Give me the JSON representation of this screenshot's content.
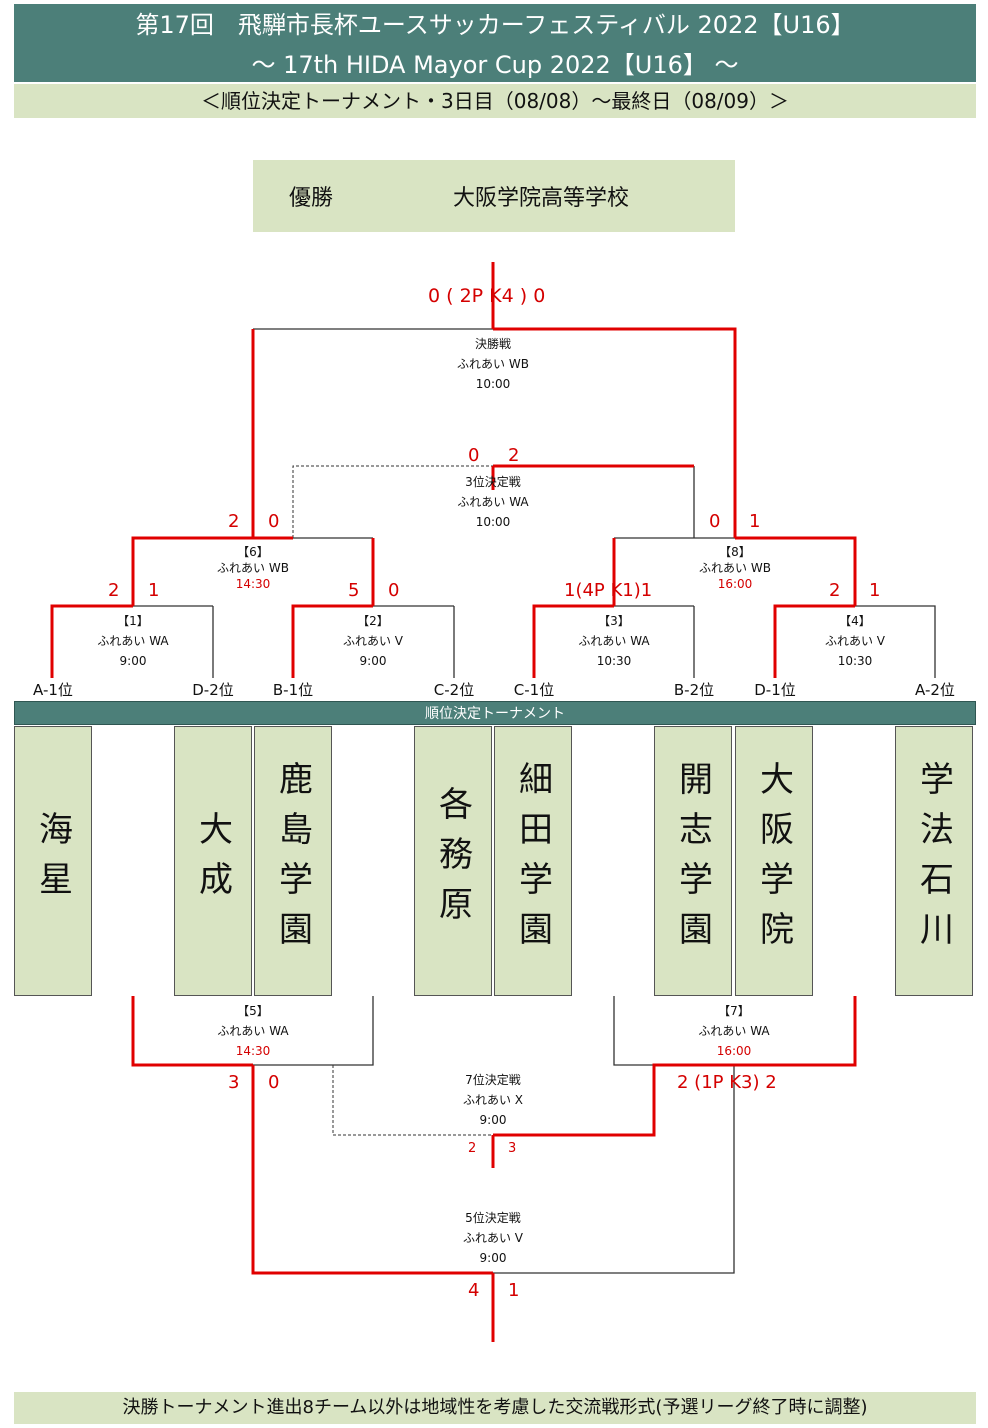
{
  "header": {
    "title_jp": "第17回　飛騨市長杯ユースサッカーフェスティバル 2022【U16】",
    "title_en": "～ 17th HIDA Mayor Cup 2022【U16】 ～",
    "subtitle": "＜順位決定トーナメント・3日目（08/08）～最終日（08/09）＞"
  },
  "champion": {
    "label": "優勝",
    "team": "大阪学院高等学校"
  },
  "band_label": "順位決定トーナメント",
  "footer": "決勝トーナメント進出8チーム以外は地域性を考慮した交流戦形式(予選リーグ終了時に調整)",
  "seeds": [
    "A-1位",
    "D-2位",
    "B-1位",
    "C-2位",
    "C-1位",
    "B-2位",
    "D-1位",
    "A-2位"
  ],
  "teams": [
    "海星",
    "",
    "大成",
    "鹿島学園",
    "各務原",
    "細田学園",
    "開志学園",
    "大阪学院",
    "",
    "学法石川"
  ],
  "matches": {
    "final": {
      "name": "決勝戦",
      "venue": "ふれあい WB",
      "time": "10:00",
      "score": "0 ( 2P  K4 ) 0"
    },
    "third": {
      "name": "3位決定戦",
      "venue": "ふれあい WA",
      "time": "10:00",
      "score_l": "0",
      "score_r": "2"
    },
    "m6": {
      "name": "【6】",
      "venue": "ふれあい WB",
      "time": "14:30",
      "score_l": "2",
      "score_r": "0"
    },
    "m8": {
      "name": "【8】",
      "venue": "ふれあい WB",
      "time": "16:00",
      "score_l": "0",
      "score_r": "1"
    },
    "m1": {
      "name": "【1】",
      "venue": "ふれあい WA",
      "time": "9:00",
      "score_l": "2",
      "score_r": "1"
    },
    "m2": {
      "name": "【2】",
      "venue": "ふれあい V",
      "time": "9:00",
      "score_l": "5",
      "score_r": "0"
    },
    "m3": {
      "name": "【3】",
      "venue": "ふれあい WA",
      "time": "10:30",
      "score": "1(4P  K1)1"
    },
    "m4": {
      "name": "【4】",
      "venue": "ふれあい V",
      "time": "10:30",
      "score_l": "2",
      "score_r": "1"
    },
    "m5": {
      "name": "【5】",
      "venue": "ふれあい WA",
      "time": "14:30",
      "score_l": "3",
      "score_r": "0"
    },
    "m7": {
      "name": "【7】",
      "venue": "ふれあい WA",
      "time": "16:00",
      "score": "2 (1P  K3) 2"
    },
    "seventh": {
      "name": "7位決定戦",
      "venue": "ふれあい X",
      "time": "9:00",
      "score_l": "2",
      "score_r": "3"
    },
    "fifth": {
      "name": "5位決定戦",
      "venue": "ふれあい V",
      "time": "9:00",
      "score_l": "4",
      "score_r": "1"
    }
  },
  "colors": {
    "header_bg": "#4c7f79",
    "panel_bg": "#d9e4c3",
    "win_line": "#e00000",
    "line": "#333333"
  }
}
